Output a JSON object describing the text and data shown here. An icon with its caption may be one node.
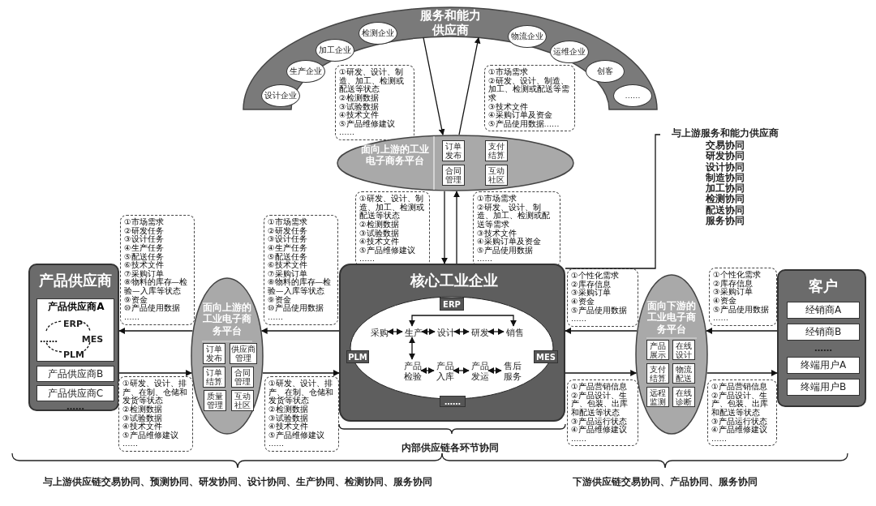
{
  "diagram": {
    "nodes": [
      {
        "text": [
          "服务和能力供应商"
        ]
      },
      {
        "text": [
          "设计企业"
        ],
        "in": 0
      },
      {
        "text": [
          "生产企业"
        ],
        "in": 0
      },
      {
        "text": [
          "加工企业"
        ],
        "in": 0
      },
      {
        "text": [
          "检测企业"
        ],
        "in": 0
      },
      {
        "text": [
          "物流企业"
        ],
        "in": 0
      },
      {
        "text": [
          "运维企业"
        ],
        "in": 0
      },
      {
        "text": [
          "创客"
        ],
        "in": 0
      },
      {
        "text": [
          "……"
        ],
        "in": 0
      },
      {
        "text": [
          "①研发、设计、制造、加工、检测或配送等状态",
          "②检测数据",
          "③试验数据",
          "④技术文件",
          "⑤产品维修建议",
          "……"
        ]
      },
      {
        "text": [
          "①市场需求",
          "②研发、设计、制造、加工、检测或配送等需求",
          "③技术文件",
          "④采购订单及资金",
          "⑤产品使用数据……"
        ]
      },
      {
        "text": [
          "面向上游的工业电子商务平台"
        ]
      },
      {
        "text": [
          "订单发布"
        ],
        "in": 11
      },
      {
        "text": [
          "支付结算"
        ],
        "in": 11
      },
      {
        "text": [
          "合同管理"
        ],
        "in": 11
      },
      {
        "text": [
          "互动社区"
        ],
        "in": 11
      },
      {
        "text": [
          "①研发、设计、制造、加工、检测或配送等状态",
          "②检测数据",
          "③试验数据",
          "④技术文件",
          "⑤产品维修建议",
          "……"
        ]
      },
      {
        "text": [
          "①市场需求",
          "②研发、设计、制造、加工、检测或配送等需求",
          "③技术文件",
          "④采购订单及资金",
          "⑤产品使用数据",
          "……"
        ]
      },
      {
        "text": [
          "与上游服务和能力供应商",
          "交易协同",
          "研发协同",
          "设计协同",
          "制造协同",
          "加工协同",
          "检测协同",
          "配送协同",
          "服务协同"
        ]
      },
      {
        "text": [
          "产品供应商"
        ]
      },
      {
        "text": [
          "产品供应商A"
        ],
        "in": 19
      },
      {
        "text": [
          "ERP"
        ],
        "in": 20
      },
      {
        "text": [
          "MES"
        ],
        "in": 20
      },
      {
        "text": [
          "PLM"
        ],
        "in": 20
      },
      {
        "text": [
          "……"
        ],
        "in": 20
      },
      {
        "text": [
          "产品供应商B"
        ],
        "in": 19
      },
      {
        "text": [
          "产品供应商C"
        ],
        "in": 19
      },
      {
        "text": [
          "……"
        ],
        "in": 19
      },
      {
        "text": [
          "①市场需求",
          "②研发任务",
          "③设计任务",
          "④生产任务",
          "⑤配送任务",
          "⑥技术文件",
          "⑦采购订单",
          "⑧物料的库存—检验—入库等状态",
          "⑨资金",
          "⑩产品使用数据",
          "……"
        ]
      },
      {
        "text": [
          "面向上游的工业电子商务平台"
        ]
      },
      {
        "text": [
          "订单发布"
        ],
        "in": 29
      },
      {
        "text": [
          "供应商管理"
        ],
        "in": 29
      },
      {
        "text": [
          "订单结算"
        ],
        "in": 29
      },
      {
        "text": [
          "合同管理"
        ],
        "in": 29
      },
      {
        "text": [
          "质量管理"
        ],
        "in": 29
      },
      {
        "text": [
          "互动社区"
        ],
        "in": 29
      },
      {
        "text": [
          "①市场需求",
          "②研发任务",
          "③设计任务",
          "④生产任务",
          "⑤配送任务",
          "⑥技术文件",
          "⑦采购订单",
          "⑧物料的库存—检验—入库等状态",
          "⑨资金",
          "⑩产品使用数据",
          "……"
        ]
      },
      {
        "text": [
          "①研发、设计、排产、在制、仓储和发货等状态",
          "②检测数据",
          "③试验数据",
          "④技术文件",
          "⑤产品维修建议",
          "……"
        ]
      },
      {
        "text": [
          "①研发、设计、排产、在制、仓储和发货等状态",
          "②检测数据",
          "③试验数据",
          "④技术文件",
          "⑤产品维修建议",
          "……"
        ]
      },
      {
        "text": [
          "核心工业企业"
        ]
      },
      {
        "text": [
          "ERP"
        ],
        "in": 39
      },
      {
        "text": [
          "采购"
        ],
        "in": 39
      },
      {
        "text": [
          "生产"
        ],
        "in": 39
      },
      {
        "text": [
          "设计"
        ],
        "in": 39
      },
      {
        "text": [
          "研发"
        ],
        "in": 39
      },
      {
        "text": [
          "销售"
        ],
        "in": 39
      },
      {
        "text": [
          "PLM"
        ],
        "in": 39
      },
      {
        "text": [
          "MES"
        ],
        "in": 39
      },
      {
        "text": [
          "产品检验"
        ],
        "in": 39
      },
      {
        "text": [
          "产品入库"
        ],
        "in": 39
      },
      {
        "text": [
          "产品发运"
        ],
        "in": 39
      },
      {
        "text": [
          "售后服务"
        ],
        "in": 39
      },
      {
        "text": [
          "……"
        ],
        "in": 39
      },
      {
        "text": [
          "①个性化需求",
          "②库存信息",
          "③采购订单",
          "④资金",
          "⑤产品使用数据",
          "……"
        ]
      },
      {
        "text": [
          "面向下游的工业电子商务平台"
        ]
      },
      {
        "text": [
          "产品展示"
        ],
        "in": 54
      },
      {
        "text": [
          "在线设计"
        ],
        "in": 54
      },
      {
        "text": [
          "支付结算"
        ],
        "in": 54
      },
      {
        "text": [
          "物流配送"
        ],
        "in": 54
      },
      {
        "text": [
          "远程监测"
        ],
        "in": 54
      },
      {
        "text": [
          "在线诊断"
        ],
        "in": 54
      },
      {
        "text": [
          "①个性化需求",
          "②库存信息",
          "③采购订单",
          "④资金",
          "⑤产品使用数据",
          "……"
        ]
      },
      {
        "text": [
          "客户"
        ]
      },
      {
        "text": [
          "经销商A"
        ],
        "in": 62
      },
      {
        "text": [
          "经销商B"
        ],
        "in": 62
      },
      {
        "text": [
          "……"
        ],
        "in": 62
      },
      {
        "text": [
          "终端用户A"
        ],
        "in": 62
      },
      {
        "text": [
          "终端用户B"
        ],
        "in": 62
      },
      {
        "text": [
          "①产品营销信息",
          "②产品设计、生产、包装、出库和配送等状态",
          "③产品运行状态",
          "④产品维修建议",
          "……"
        ]
      },
      {
        "text": [
          "①产品营销信息",
          "②产品设计、生产、包装、出库和配送等状态",
          "③产品运行状态",
          "④产品维修建议",
          "……"
        ]
      }
    ],
    "edges": [
      {
        "from": 0,
        "to": 11,
        "arrow": "to"
      },
      {
        "from": 11,
        "to": 0,
        "arrow": "to"
      },
      {
        "from": 11,
        "to": 39,
        "arrow": "to"
      },
      {
        "from": 39,
        "to": 11,
        "arrow": "to"
      },
      {
        "from": 39,
        "to": 29,
        "arrow": "to"
      },
      {
        "from": 29,
        "to": 19,
        "arrow": "to"
      },
      {
        "from": 19,
        "to": 29,
        "arrow": "to"
      },
      {
        "from": 29,
        "to": 39,
        "arrow": "to"
      },
      {
        "from": 62,
        "to": 54,
        "arrow": "to"
      },
      {
        "from": 54,
        "to": 39,
        "arrow": "to"
      },
      {
        "from": 39,
        "to": 54,
        "arrow": "to"
      },
      {
        "from": 54,
        "to": 62,
        "arrow": "to"
      },
      {
        "from": 39,
        "to": 18,
        "arrow": "none"
      },
      {
        "from": 41,
        "to": 42,
        "arrow": "both"
      },
      {
        "from": 42,
        "to": 43,
        "arrow": "both"
      },
      {
        "from": 43,
        "to": 44,
        "arrow": "both"
      },
      {
        "from": 44,
        "to": 45,
        "arrow": "both"
      },
      {
        "from": 42,
        "to": 45,
        "arrow": "both"
      },
      {
        "from": 42,
        "to": 48,
        "arrow": "both"
      },
      {
        "from": 48,
        "to": 49,
        "arrow": "both"
      },
      {
        "from": 49,
        "to": 50,
        "arrow": "both"
      },
      {
        "from": 50,
        "to": 51,
        "arrow": "both"
      },
      {
        "from": 21,
        "to": 22,
        "arrow": "none",
        "style": "dashed"
      },
      {
        "from": 22,
        "to": 23,
        "arrow": "none",
        "style": "dashed"
      },
      {
        "from": 23,
        "to": 24,
        "arrow": "none",
        "style": "dashed"
      },
      {
        "from": 24,
        "to": 21,
        "arrow": "none",
        "style": "dashed"
      }
    ],
    "labels": [
      "内部供应链各环节协同",
      "与上游供应链交易协同、预测协同、研发协同、设计协同、生产协同、检测协同、服务协同",
      "下游供应链交易协同、产品协同、服务协同"
    ]
  }
}
